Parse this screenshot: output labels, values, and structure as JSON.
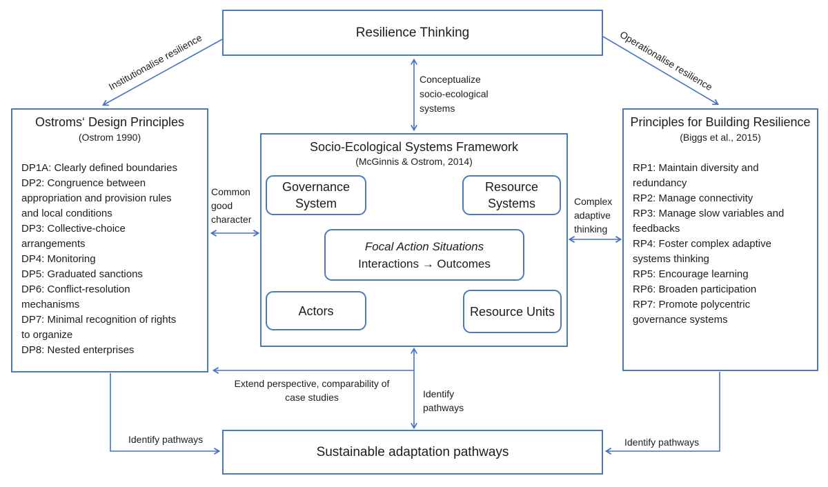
{
  "colors": {
    "box_border": "#4a7ab8",
    "arrow": "#4472c4",
    "text": "#1c1c1c"
  },
  "boxes": {
    "resilience": {
      "title": "Resilience Thinking"
    },
    "ostrom": {
      "title": "Ostroms‘ Design Principles",
      "subtitle": "(Ostrom 1990)",
      "items": [
        "DP1A: Clearly defined boundaries",
        "DP2: Congruence between\nappropriation and provision rules\nand local conditions",
        "DP3: Collective-choice\narrangements",
        "DP4: Monitoring",
        "DP5: Graduated sanctions",
        "DP6: Conflict-resolution\nmechanisms",
        "DP7: Minimal recognition of rights\nto organize",
        "DP8: Nested enterprises"
      ]
    },
    "biggs": {
      "title": "Principles for Building Resilience",
      "subtitle": "(Biggs et al., 2015)",
      "items": [
        "RP1: Maintain diversity and\nredundancy",
        "RP2: Manage connectivity",
        "RP3: Manage slow variables and\nfeedbacks",
        "RP4: Foster complex adaptive\nsystems thinking",
        "RP5: Encourage learning",
        "RP6: Broaden participation",
        "RP7: Promote polycentric\ngovernance systems"
      ]
    },
    "ses": {
      "title": "Socio-Ecological Systems Framework",
      "subtitle": "(McGinnis & Ostrom, 2014)",
      "governance": "Governance System",
      "resource_systems": "Resource Systems",
      "focal_title": "Focal Action Situations",
      "focal_sub": "Interactions → Outcomes",
      "actors": "Actors",
      "resource_units": "Resource Units"
    },
    "pathways": {
      "title": "Sustainable adaptation pathways"
    }
  },
  "labels": {
    "institutionalise": "Institutionalise resilience",
    "operationalise": "Operationalise resilience",
    "conceptualize": "Conceptualize\nsocio-ecological\nsystems",
    "common_good": "Common\ngood\ncharacter",
    "complex_adaptive": "Complex\nadaptive\nthinking",
    "extend": "Extend perspective, comparability of\ncase studies",
    "identify_center": "Identify\npathways",
    "identify_left": "Identify pathways",
    "identify_right": "Identify pathways"
  }
}
